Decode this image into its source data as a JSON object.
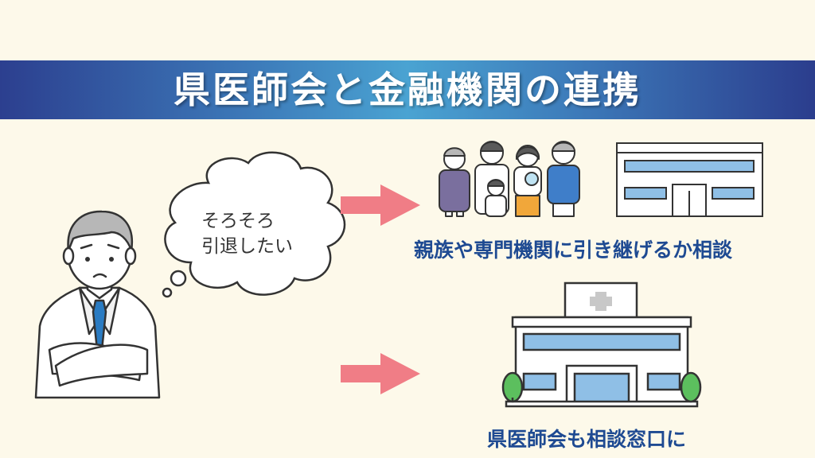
{
  "title": "県医師会と金融機関の連携",
  "thought_bubble": {
    "line1": "そろそろ",
    "line2": "引退したい"
  },
  "option_family": {
    "caption": "親族や専門機関に引き継げるか相談"
  },
  "option_medical_association": {
    "caption": "県医師会も相談窓口に"
  },
  "colors": {
    "banner_left": "#2c3f8f",
    "banner_center": "#4aa3d2",
    "background": "#fdf9ea",
    "arrow": "#f07d86",
    "caption": "#1e4a92",
    "tie": "#2a7bc2",
    "window": "#8fbfe6"
  }
}
